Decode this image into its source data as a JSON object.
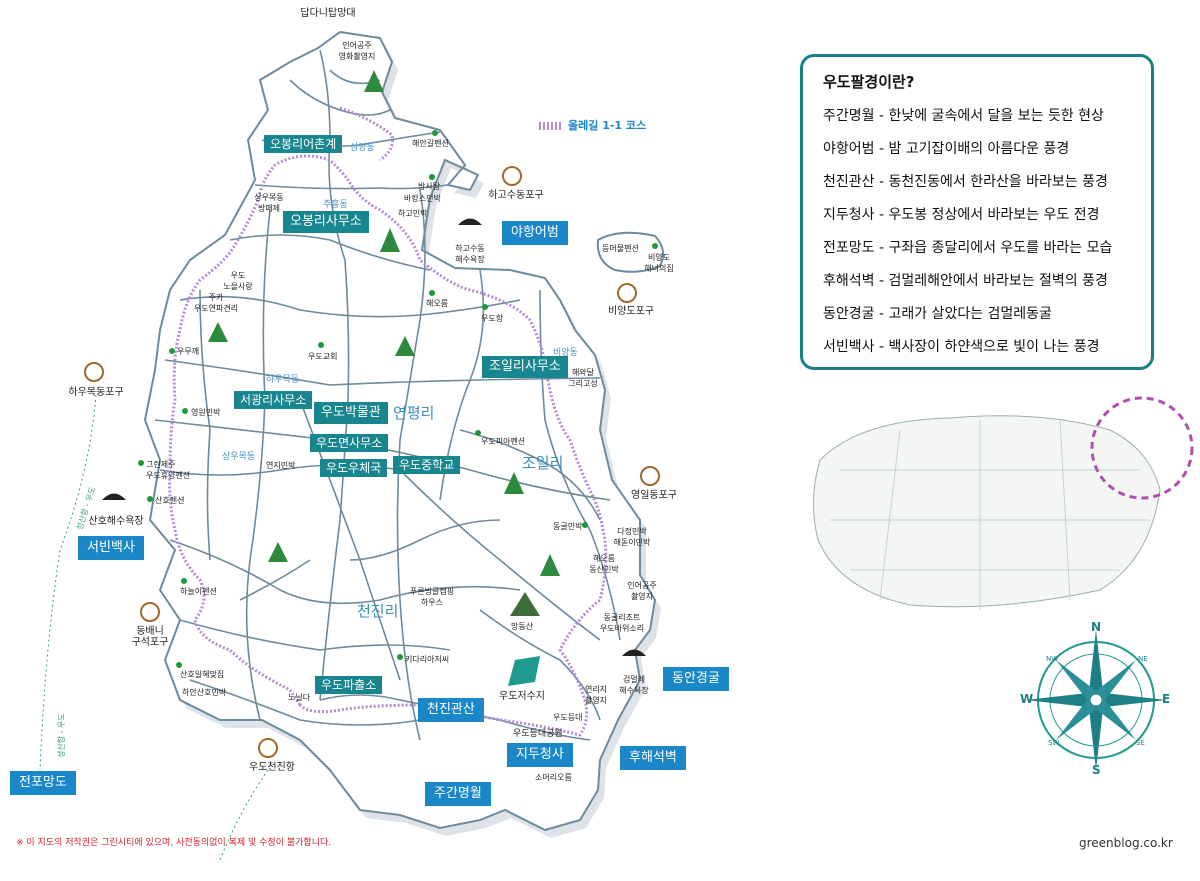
{
  "map": {
    "olle_legend": "올레길 1-1 코스",
    "areas": [
      "연평리",
      "조일리",
      "천진리"
    ],
    "roads": [
      "삼양동",
      "주흥동",
      "비양동",
      "하우목동",
      "상우목동"
    ],
    "offices": [
      "오봉리어촌계",
      "오봉리사무소",
      "조일리사무소",
      "서광리사무소",
      "우도박물관",
      "우도면사무소",
      "우도우체국",
      "우도중학교",
      "우도파출소"
    ],
    "sights": [
      "야항어범",
      "서빈백사",
      "천진관산",
      "지두청사",
      "주간명월",
      "후해석벽",
      "동안경굴",
      "전포망도"
    ],
    "ports": [
      "하고수동포구",
      "비양도포구",
      "하우목동포구",
      "영일동포구",
      "동배니\n구석포구",
      "우도천진항"
    ],
    "beaches": [
      "하고수동\n해수욕장",
      "산호해수욕장",
      "검멀레\n해수욕장"
    ],
    "places": [
      "답다니탑망대",
      "인어공주\n영화촬영지",
      "해안길펜션",
      "방사탑",
      "바캉스민박",
      "하고민박",
      "상우목동\n방패제",
      "우도\n노을사랑",
      "주카\n우도연파견리",
      "우무깨",
      "우도교회",
      "해오름",
      "우도항",
      "해와달\n그리고성",
      "영원민박",
      "그린제주\n우도휴양펜션",
      "연지민박",
      "우도피아펜션",
      "산호펜션",
      "동굴민박",
      "다정민박\n해돋이민박",
      "해오름\n동산민박",
      "인어공주\n촬영지",
      "하늘이펜션",
      "푸른빙글캠핑\n하우스",
      "망동산",
      "동굴리조트\n우도바위소리",
      "키다리아저씨",
      "산호일혜맞집",
      "하안산호민박",
      "노닐다",
      "연리지\n촬영지",
      "우도저수지",
      "우도등대",
      "우도등대공원",
      "소머리오름",
      "등머물펜션",
      "비양도\n해녀의집"
    ],
    "routes": [
      "성산항 - 우도",
      "성산항 - 우도"
    ]
  },
  "legend": {
    "title": "우도팔경이란?",
    "items": [
      "주간명월 - 한낮에 굴속에서 달을 보는 듯한 현상",
      "야항어범 - 밤 고기잡이배의 아름다운 풍경",
      "천진관산 - 동천진동에서 한라산을 바라보는 풍경",
      "지두청사 - 우도봉 정상에서 바라보는 우도 전경",
      "전포망도 - 구좌읍 종달리에서 우도를 바라는 모습",
      "후해석벽 - 검멀레해안에서 바라보는 절벽의 풍경",
      "동안경굴 - 고래가 살았다는 검멀레동굴",
      "서빈백사 - 백사장이 하얀색으로 빛이 나는 풍경"
    ]
  },
  "compass": {
    "n": "N",
    "s": "S",
    "e": "E",
    "w": "W",
    "ne": "NE",
    "nw": "NW",
    "se": "SE",
    "sw": "SW"
  },
  "footer": {
    "copyright": "※ 이 지도의 저작권은 그린시티에 있으며, 사전동의없이 복제 및 수정이 불가합니다.",
    "site": "greenblog.co.kr"
  },
  "colors": {
    "accent": "#17868f",
    "sight": "#1a87c9",
    "olle": "#b58ad6",
    "border": "#1a7e87"
  }
}
